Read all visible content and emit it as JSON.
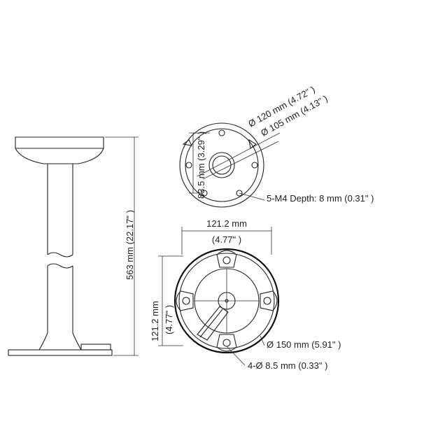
{
  "dimensions": {
    "overall_height": "563 mm (22.17\" )",
    "top_outer_diameter": "Ø 120 mm (4.72\" )",
    "top_inner_diameter": "Ø 105 mm (4.13\" )",
    "top_hole_spacing": "83.5 mm (3.29\" )",
    "screw_spec": "5-M4 Depth: 8 mm (0.31\" )",
    "base_width_mm": "121.2 mm",
    "base_width_in": "(4.77\" )",
    "base_height_mm": "121.2 mm",
    "base_height_in": "(4.77\" )",
    "base_diameter": "Ø 150 mm (5.91\" )",
    "base_holes": "4-Ø 8.5 mm (0.33\" )"
  },
  "colors": {
    "line": "#222222",
    "background": "#ffffff"
  }
}
